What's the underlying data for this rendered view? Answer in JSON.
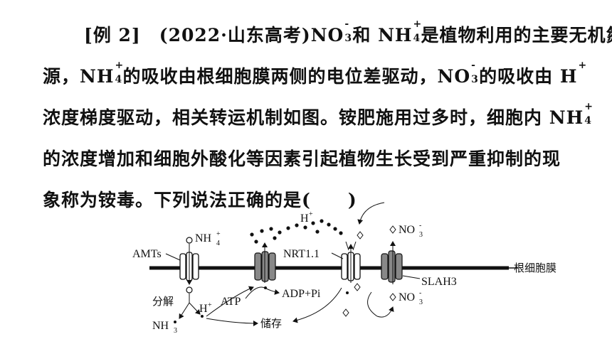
{
  "question": {
    "line1": {
      "a": "[例 2]　(2022·山东高考)",
      "no3": "NO",
      "b": "和 ",
      "nh4": "NH",
      "c": "是植物利用的主要无机氮"
    },
    "line2": {
      "a": "源，",
      "nh4": "NH",
      "b": "的吸收由根细胞膜两侧的电位差驱动，",
      "no3": "NO",
      "c": "的吸收由 H"
    },
    "line3": {
      "a": "浓度梯度驱动，相关转运机制如图。铵肥施用过多时，细胞内 ",
      "nh4": "NH"
    },
    "line4": {
      "a": "的浓度增加和细胞外酸化等因素引起植物生长受到严重抑制的现"
    },
    "line5": {
      "a": "象称为铵毒。下列说法正确的是(　　)"
    },
    "sup_plus": "+",
    "sup_minus": "-",
    "sub_3": "3",
    "sub_4": "4"
  },
  "diagram": {
    "amts": "AMTs",
    "nh4": "NH",
    "nh4_sub": "4",
    "nh4_sup": "+",
    "decompose": "分解",
    "nh3": "NH",
    "nh3_sub": "3",
    "h_plus": "H",
    "plus": "+",
    "atp": "ATP",
    "adp_pi": "ADP+Pi",
    "storage": "储存",
    "nrt": "NRT1.1",
    "no3": "NO",
    "no3_sub": "3",
    "minus": "-",
    "membrane": "根细胞膜",
    "slah3": "SLAH3"
  }
}
